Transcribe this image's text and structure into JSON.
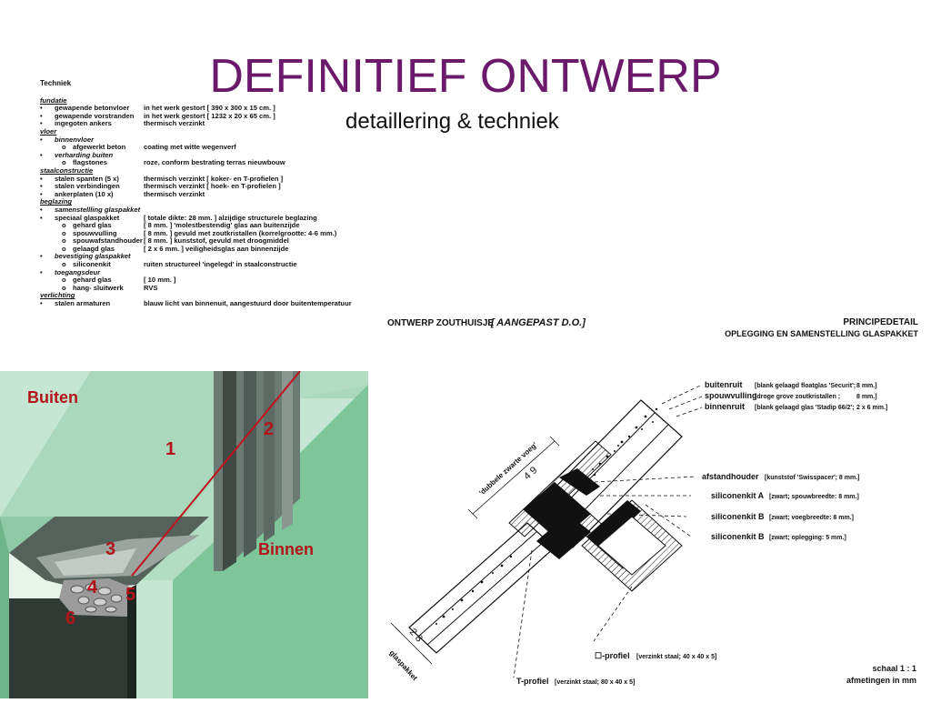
{
  "slide": {
    "title": "DEFINITIEF ONTWERP",
    "subtitle": "detaillering & techniek"
  },
  "spec": {
    "heading": "Techniek",
    "rows": [
      {
        "type": "section",
        "text": "fundatie"
      },
      {
        "type": "bullet",
        "label": "gewapende betonvloer",
        "value": "in het werk gestort [ 390 x 300 x 15 cm. ]"
      },
      {
        "type": "bullet",
        "label": "gewapende vorstranden",
        "value": "in het werk gestort [ 1232 x 20 x 65 cm. ]"
      },
      {
        "type": "bullet",
        "label": "ingegoten ankers",
        "value": "thermisch verzinkt"
      },
      {
        "type": "section",
        "text": "vloer"
      },
      {
        "type": "bullet-sub",
        "label": "binnenvloer"
      },
      {
        "type": "circle",
        "label": "afgewerkt beton",
        "value": "coating met witte wegenverf"
      },
      {
        "type": "bullet-sub",
        "label": "verharding buiten"
      },
      {
        "type": "circle",
        "label": "flagstones",
        "value": "roze, conform bestrating terras nieuwbouw"
      },
      {
        "type": "section",
        "text": "staalconstructie"
      },
      {
        "type": "bullet",
        "label": "stalen spanten   (5 x)",
        "value": "thermisch verzinkt [ koker- en T-profielen ]"
      },
      {
        "type": "bullet",
        "label": "stalen verbindingen",
        "value": "thermisch verzinkt [ hoek- en T-profielen ]"
      },
      {
        "type": "bullet",
        "label": "ankerplaten       (10 x)",
        "value": "thermisch verzinkt"
      },
      {
        "type": "section",
        "text": "beglazing"
      },
      {
        "type": "bullet-sub",
        "label": "samenstellling glaspakket"
      },
      {
        "type": "bullet",
        "label": "speciaal glaspakket",
        "value": "[ totale dikte: 28 mm. ] alzijdige structurele beglazing"
      },
      {
        "type": "circle",
        "label": "gehard glas",
        "value": "[ 8 mm. ]      'molestbestendig' glas aan buitenzijde"
      },
      {
        "type": "circle",
        "label": "spouwvulling",
        "value": "[ 8 mm. ]      gevuld met zoutkristallen (korrelgrootte: 4-6 mm.)"
      },
      {
        "type": "circle",
        "label": "spouwafstandhouder",
        "value": "[ 8 mm. ]      kunststof, gevuld met droogmiddel"
      },
      {
        "type": "circle",
        "label": "gelaagd glas",
        "value": "[ 2 x 6 mm. ] veiligheidsglas aan binnenzijde"
      },
      {
        "type": "bullet-sub",
        "label": "bevestiging glaspakket"
      },
      {
        "type": "circle",
        "label": "siliconenkit",
        "value": "ruiten structureel 'ingelegd' in staalconstructie"
      },
      {
        "type": "bullet-sub",
        "label": "toegangsdeur"
      },
      {
        "type": "circle",
        "label": "gehard glas",
        "value": "[ 10 mm. ]"
      },
      {
        "type": "circle",
        "label": "hang- sluitwerk",
        "value": "RVS"
      },
      {
        "type": "section",
        "text": "verlichting"
      },
      {
        "type": "bullet",
        "label": "stalen armaturen",
        "value": "blauw licht van binnenuit, aangestuurd door buitentemperatuur"
      }
    ]
  },
  "photo": {
    "label_outside": "Buiten",
    "label_inside": "Binnen",
    "numbers": [
      "1",
      "2",
      "3",
      "4",
      "5",
      "6"
    ]
  },
  "drawing": {
    "title_left": "ONTWERP ZOUTHUISJE",
    "title_left_em": "[ AANGEPAST D.O.]",
    "title_right_1": "PRINCIPEDETAIL",
    "title_right_2": "OPLEGGING EN SAMENSTELLING GLASPAKKET",
    "labels": [
      {
        "name": "buitenruit",
        "spec": "[blank gelaagd floatglas 'Securit';",
        "size": "8 mm.]"
      },
      {
        "name": "spouwvulling",
        "spec": "[droge grove zoutkristallen ;",
        "size": "8 mm.]"
      },
      {
        "name": "binnenruit",
        "spec": "[blank gelaagd glas 'Stadip 66/2';",
        "size": "2 x 6 mm.]"
      }
    ],
    "afstandhouder": "afstandhouder",
    "afstandhouder_spec": "[kunststof 'Swisspacer'; 8 mm.]",
    "kit_a": "siliconenkit A",
    "kit_a_spec": "[zwart; spouwbreedte: 8 mm.]",
    "kit_b1": "siliconenkit B",
    "kit_b1_spec": "[zwart; voegbreedte: 8 mm.]",
    "kit_b2": "siliconenkit B",
    "kit_b2_spec": "[zwart; oplegging: 5 mm.]",
    "dim_top": "'dubbele zwarte voeg'",
    "dim_top_val": "4 9",
    "dim_bottom_val": "2 8",
    "dim_bottom_label": "glaspakket",
    "koker": "☐-profiel",
    "koker_spec": "[verzinkt staal; 40 x 40 x 5]",
    "tprofiel": "T-profiel",
    "tprofiel_spec": "[verzinkt staal; 80 x 40 x 5]",
    "scale": "schaal 1 : 1",
    "units": "afmetingen in mm"
  }
}
